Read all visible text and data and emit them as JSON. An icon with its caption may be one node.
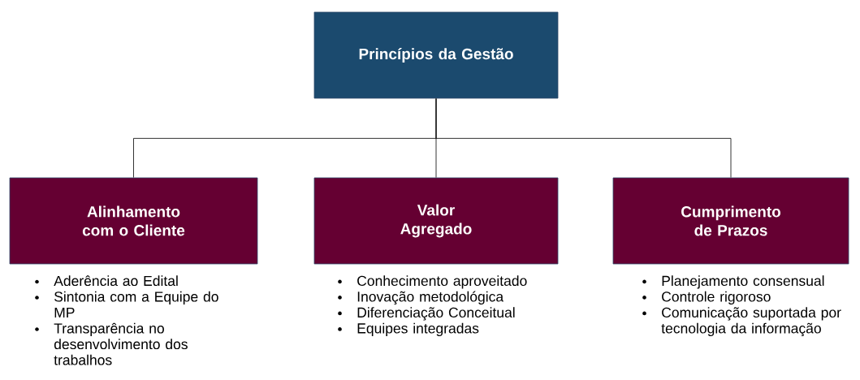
{
  "diagram": {
    "nodes": [
      {
        "text": [
          "Princípios da Gestão"
        ]
      },
      {
        "text": [
          "Alinhamento com o Cliente"
        ],
        "beside": [
          "Aderência ao Edital",
          "Sintonia com a Equipe do MP",
          "Transparência no desenvolvimento dos trabalhos"
        ]
      },
      {
        "text": [
          "Valor Agregado"
        ],
        "beside": [
          "Conhecimento aproveitado",
          "Inovação metodológica",
          "Diferenciação Conceitual",
          "Equipes integradas"
        ]
      },
      {
        "text": [
          "Cumprimento de Prazos"
        ],
        "beside": [
          "Planejamento consensual",
          "Controle rigoroso",
          "Comunicação suportada por tecnologia da informação"
        ]
      }
    ],
    "edges": [
      {
        "from": 0,
        "to": 1,
        "arrow": "none"
      },
      {
        "from": 0,
        "to": 2,
        "arrow": "none"
      },
      {
        "from": 0,
        "to": 3,
        "arrow": "none"
      }
    ]
  }
}
